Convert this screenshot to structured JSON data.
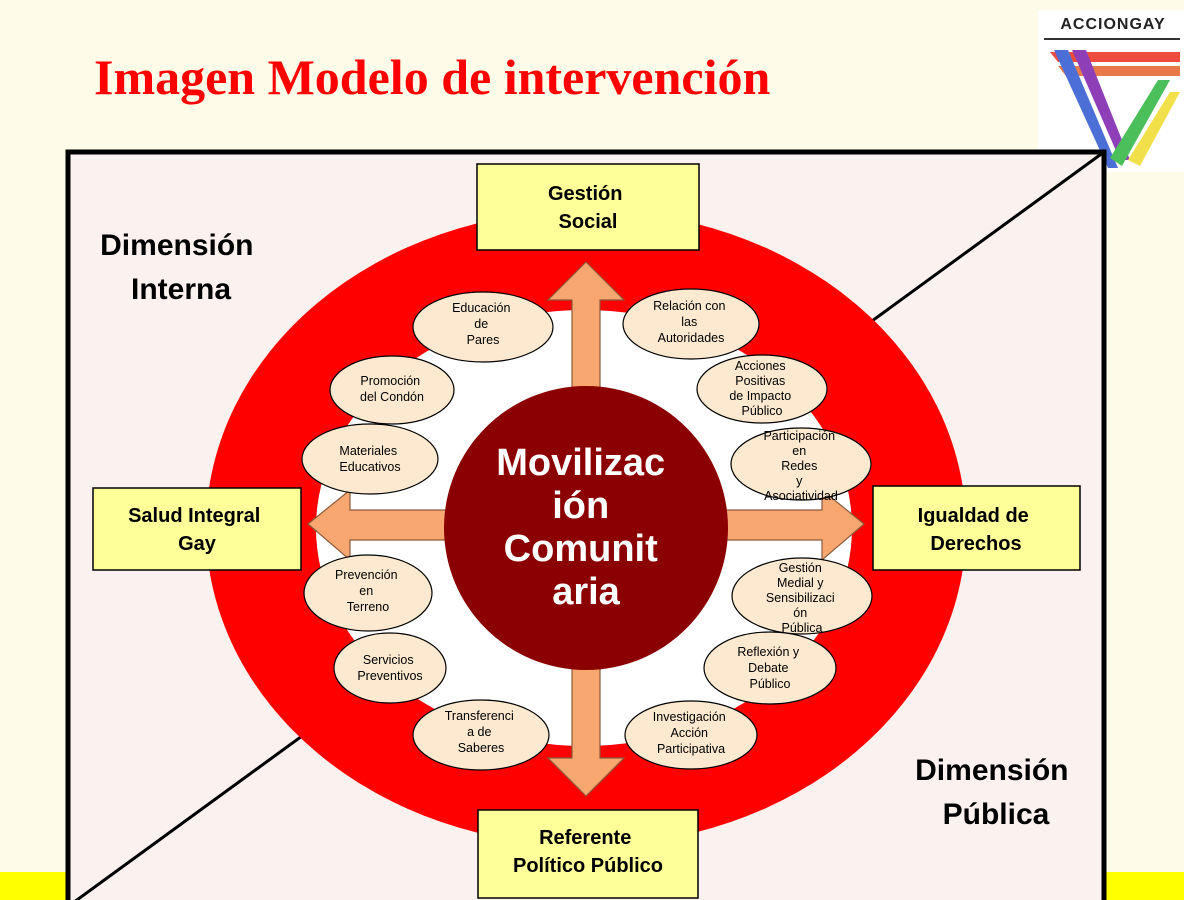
{
  "title": "Imagen Modelo de intervención",
  "logo": {
    "text": "ACCIONGAY"
  },
  "colors": {
    "ring": "#ff0000",
    "center": "#8b0000",
    "box": "#ffff99",
    "ellipse": "#fce9d0",
    "arrow": "#f9a770",
    "background": "#fbf1ef",
    "title": "#ff0000"
  },
  "dimensions": {
    "interna": [
      "Dimensión",
      "Interna"
    ],
    "publica": [
      "Dimensión",
      "Pública"
    ]
  },
  "center": {
    "lines": [
      "Movilizac",
      "ión",
      "Comunit",
      "aria"
    ]
  },
  "boxes": {
    "top": [
      "Gestión",
      "Social"
    ],
    "left": [
      "Salud Integral",
      "Gay"
    ],
    "right": [
      "Igualdad de",
      "Derechos"
    ],
    "bottom": [
      "Referente",
      "Político Público"
    ]
  },
  "ellipses": {
    "educacion": [
      "Educación",
      "de",
      "Pares"
    ],
    "promocion": [
      "Promoción",
      "del Condón"
    ],
    "materiales": [
      "Materiales",
      "Educativos"
    ],
    "prevencion": [
      "Prevención",
      "en",
      "Terreno"
    ],
    "servicios": [
      "Servicios",
      "Preventivos"
    ],
    "transferencia": [
      "Transferenci",
      "a de",
      "Saberes"
    ],
    "relacion": [
      "Relación con",
      "las",
      "Autoridades"
    ],
    "acciones": [
      "Acciones",
      "Positivas",
      "de Impacto",
      "Público"
    ],
    "participacion": [
      "Participación",
      "en",
      "Redes",
      "y",
      "Asociatividad"
    ],
    "gestion_medial": [
      "Gestión",
      "Medial y",
      "Sensibilizaci",
      "ón",
      "Pública"
    ],
    "reflexion": [
      "Reflexión y",
      "Debate",
      "Público"
    ],
    "investigacion": [
      "Investigación",
      "Acción",
      "Participativa"
    ]
  }
}
